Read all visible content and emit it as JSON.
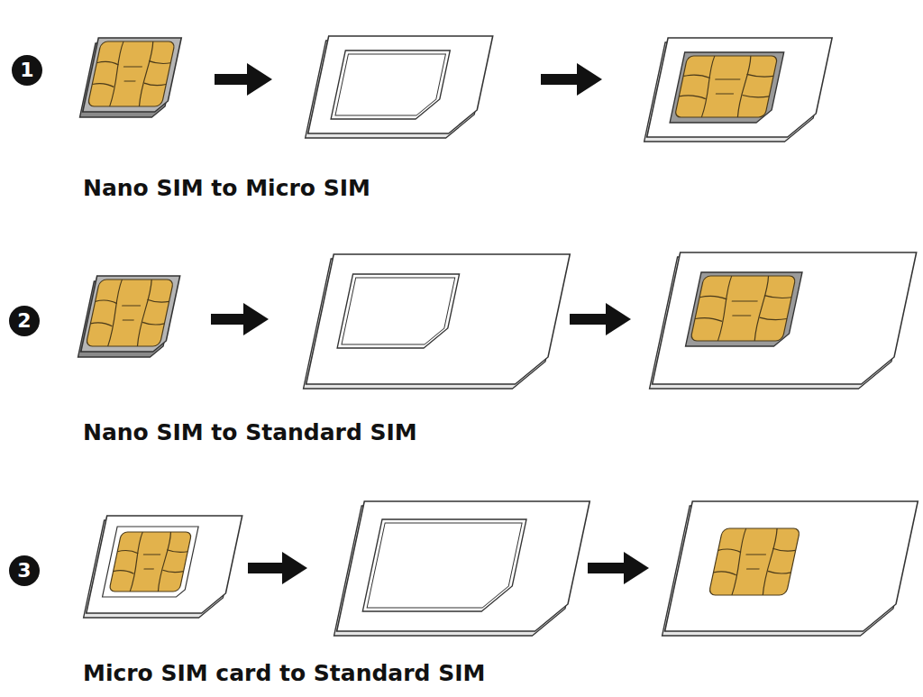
{
  "diagram": {
    "nodes": [
      {
        "text": [
          "1"
        ]
      },
      {
        "text": [
          "2"
        ]
      },
      {
        "text": [
          "3"
        ]
      }
    ],
    "labels": [
      "Nano SIM to Micro SIM",
      "Nano SIM to Standard SIM",
      "Micro SIM card to Standard SIM"
    ]
  }
}
